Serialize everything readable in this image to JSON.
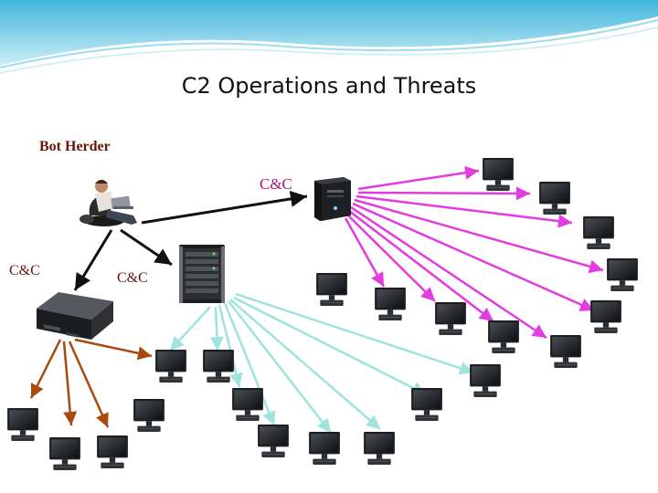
{
  "title": "C2 Operations and Threats",
  "labels": {
    "bot_herder": "Bot Herder",
    "cc_top": "C&C",
    "cc_left": "C&C",
    "cc_middle": "C&C"
  },
  "colors": {
    "herder_links": "#111111",
    "magenta_links": "#e23ce0",
    "cyan_links": "#9ee4dc",
    "brown_links": "#a84a10",
    "banner": "#5fc9e8"
  },
  "icons": [
    "bot-herder-person-icon",
    "tower-server-icon",
    "rack-server-icon",
    "rackmount-server-icon",
    "bot-computer-icon"
  ]
}
